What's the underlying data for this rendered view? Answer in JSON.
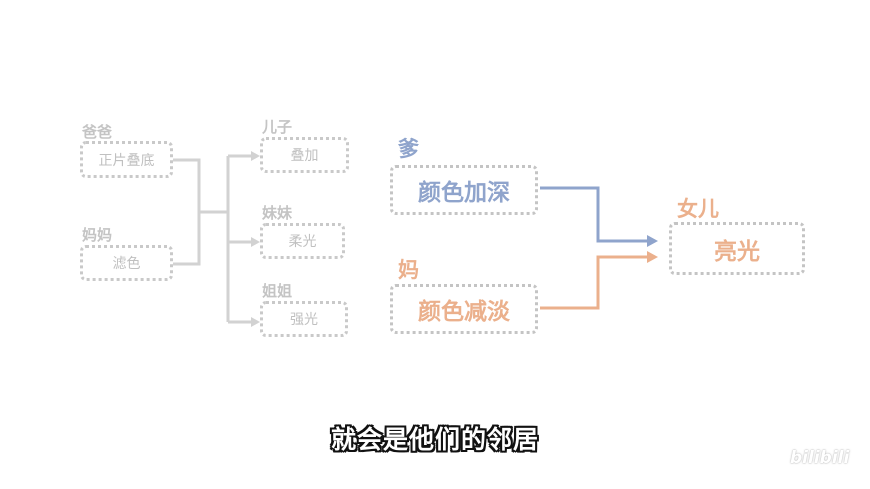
{
  "left_group": {
    "dad": {
      "label": "爸爸",
      "box": "正片叠底"
    },
    "mom": {
      "label": "妈妈",
      "box": "滤色"
    },
    "children": [
      {
        "label": "儿子",
        "box": "叠加"
      },
      {
        "label": "妹妹",
        "box": "柔光"
      },
      {
        "label": "姐姐",
        "box": "强光"
      }
    ]
  },
  "right_group": {
    "dad": {
      "label": "爹",
      "box": "颜色加深"
    },
    "mom": {
      "label": "妈",
      "box": "颜色减淡"
    },
    "daughter": {
      "label": "女儿",
      "box": "亮光"
    }
  },
  "subtitle": "就会是他们的邻居",
  "watermark": "bilibili",
  "colors": {
    "grey": "#c9c9c9",
    "blue": "#8fa4cc",
    "orange": "#ebb08c"
  }
}
